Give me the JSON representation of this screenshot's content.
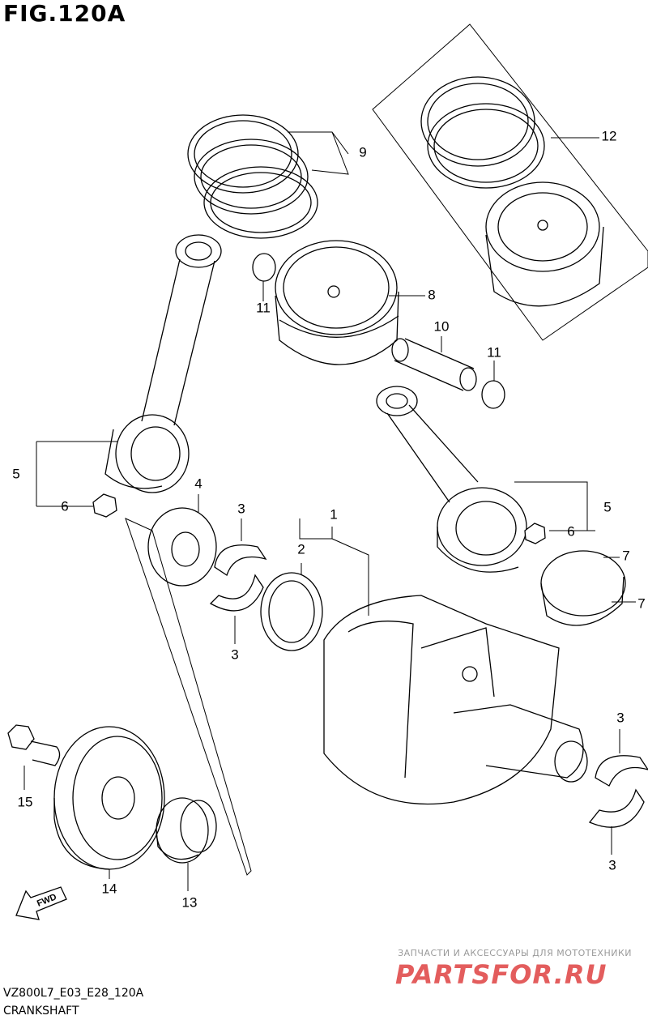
{
  "figure": {
    "title": "FIG.120A"
  },
  "callouts": {
    "c1": "1",
    "c2": "2",
    "c3a": "3",
    "c3b": "3",
    "c3c": "3",
    "c3d": "3",
    "c4": "4",
    "c5a": "5",
    "c5b": "5",
    "c6a": "6",
    "c6b": "6",
    "c7a": "7",
    "c7b": "7",
    "c8": "8",
    "c9": "9",
    "c10": "10",
    "c11a": "11",
    "c11b": "11",
    "c12": "12",
    "c13": "13",
    "c14": "14",
    "c15": "15"
  },
  "direction_label": "FWD",
  "footer": {
    "model_code": "VZ800L7_E03_E28_120A",
    "section_name": "CRANKSHAFT"
  },
  "watermark": {
    "tagline": "ЗАПЧАСТИ И АКСЕССУАРЫ ДЛЯ МОТОТЕХНИКИ",
    "brand": "PARTSFOR.RU"
  },
  "colors": {
    "line": "#000000",
    "watermark_brand": "#e35d5d",
    "watermark_tagline": "#9a9a9a"
  }
}
